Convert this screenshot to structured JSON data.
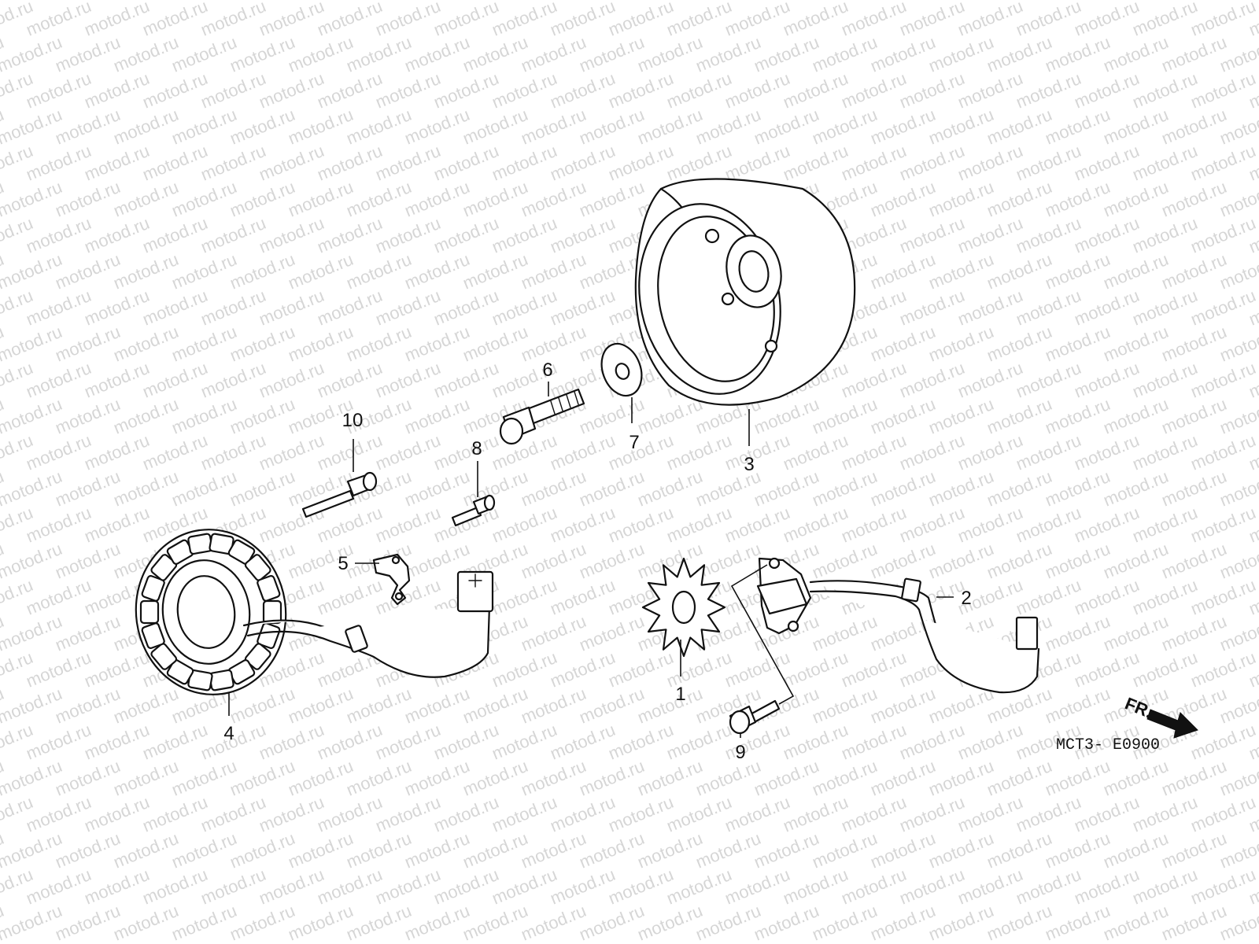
{
  "watermark": {
    "text": "motod.ru"
  },
  "parts": [
    {
      "callout": "1",
      "name": "pulser-rotor"
    },
    {
      "callout": "2",
      "name": "pulse-generator"
    },
    {
      "callout": "3",
      "name": "flywheel"
    },
    {
      "callout": "4",
      "name": "stator"
    },
    {
      "callout": "5",
      "name": "wire-clamp"
    },
    {
      "callout": "6",
      "name": "flange-bolt"
    },
    {
      "callout": "7",
      "name": "washer"
    },
    {
      "callout": "8",
      "name": "small-bolt"
    },
    {
      "callout": "9",
      "name": "pulse-generator-bolt"
    },
    {
      "callout": "10",
      "name": "stator-bolt"
    }
  ],
  "direction_indicator": {
    "label": "FR."
  },
  "diagram_code": "MCT3- E0900"
}
